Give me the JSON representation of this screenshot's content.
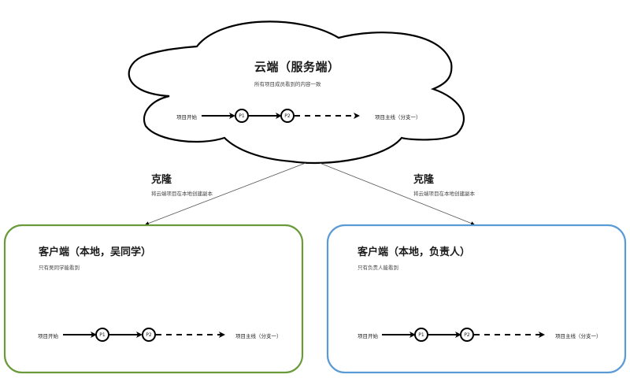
{
  "cloud": {
    "title": "云端（服务端）",
    "subtitle": "所有项目成员看到的内容一致",
    "flow": {
      "start": "项目开始",
      "nodes": [
        "P1",
        "P2"
      ],
      "end": "项目主线（分支一）"
    }
  },
  "clone_left": {
    "title": "克隆",
    "subtitle": "将云端项目在本地创建副本"
  },
  "clone_right": {
    "title": "克隆",
    "subtitle": "将云端项目在本地创建副本"
  },
  "client_left": {
    "title": "客户端（本地，吴同学）",
    "subtitle": "只有吴同学能看到",
    "border_color": "#6a9a3a",
    "flow": {
      "start": "项目开始",
      "nodes": [
        "P1",
        "P2"
      ],
      "end": "项目主线（分支一）"
    }
  },
  "client_right": {
    "title": "客户端（本地，负责人）",
    "subtitle": "只有负责人能看到",
    "border_color": "#5b9bd5",
    "flow": {
      "start": "项目开始",
      "nodes": [
        "P1",
        "P2"
      ],
      "end": "项目主线（分支一）"
    }
  }
}
